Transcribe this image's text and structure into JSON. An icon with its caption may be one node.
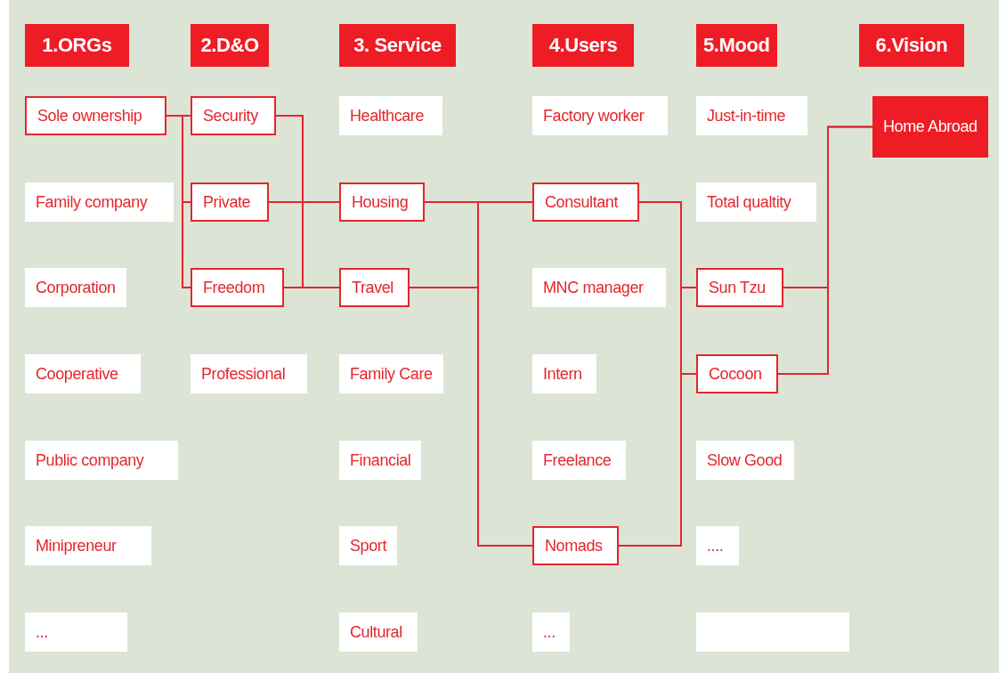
{
  "diagram": {
    "nodes": [
      {
        "text": [
          "1.ORGs"
        ]
      },
      {
        "text": [
          "2.D&O"
        ]
      },
      {
        "text": [
          "3. Service"
        ]
      },
      {
        "text": [
          "4.Users"
        ]
      },
      {
        "text": [
          "5.Mood"
        ]
      },
      {
        "text": [
          "6.Vision"
        ]
      },
      {
        "text": [
          "Sole ownership"
        ]
      },
      {
        "text": [
          "Family company"
        ]
      },
      {
        "text": [
          "Corporation"
        ]
      },
      {
        "text": [
          "Cooperative"
        ]
      },
      {
        "text": [
          "Public company"
        ]
      },
      {
        "text": [
          "Minipreneur"
        ]
      },
      {
        "text": [
          "..."
        ]
      },
      {
        "text": [
          "Security"
        ]
      },
      {
        "text": [
          "Private"
        ]
      },
      {
        "text": [
          "Freedom"
        ]
      },
      {
        "text": [
          "Professional"
        ]
      },
      {
        "text": [
          "Healthcare"
        ]
      },
      {
        "text": [
          "Housing"
        ]
      },
      {
        "text": [
          "Travel"
        ]
      },
      {
        "text": [
          "Family Care"
        ]
      },
      {
        "text": [
          "Financial"
        ]
      },
      {
        "text": [
          "Sport"
        ]
      },
      {
        "text": [
          "Cultural"
        ]
      },
      {
        "text": [
          "Factory worker"
        ]
      },
      {
        "text": [
          "Consultant"
        ]
      },
      {
        "text": [
          "MNC manager"
        ]
      },
      {
        "text": [
          "Intern"
        ]
      },
      {
        "text": [
          "Freelance"
        ]
      },
      {
        "text": [
          "Nomads"
        ]
      },
      {
        "text": [
          "..."
        ]
      },
      {
        "text": [
          "Just-in-time"
        ]
      },
      {
        "text": [
          "Total qualtity"
        ]
      },
      {
        "text": [
          "Sun Tzu"
        ]
      },
      {
        "text": [
          "Cocoon"
        ]
      },
      {
        "text": [
          "Slow Good"
        ]
      },
      {
        "text": [
          "...."
        ]
      },
      {
        "text": [],
        "shape": "box"
      },
      {
        "text": [
          "Home Abroad"
        ]
      }
    ],
    "edges": [
      {
        "from": 6,
        "to": 13,
        "arrow": "none"
      },
      {
        "from": 6,
        "to": 14,
        "arrow": "none"
      },
      {
        "from": 6,
        "to": 15,
        "arrow": "none"
      },
      {
        "from": 13,
        "to": 19,
        "arrow": "none"
      },
      {
        "from": 14,
        "to": 18,
        "arrow": "none"
      },
      {
        "from": 15,
        "to": 19,
        "arrow": "none"
      },
      {
        "from": 18,
        "to": 25,
        "arrow": "none"
      },
      {
        "from": 18,
        "to": 29,
        "arrow": "none"
      },
      {
        "from": 19,
        "to": 25,
        "arrow": "none"
      },
      {
        "from": 19,
        "to": 29,
        "arrow": "none"
      },
      {
        "from": 25,
        "to": 33,
        "arrow": "none"
      },
      {
        "from": 25,
        "to": 34,
        "arrow": "none"
      },
      {
        "from": 29,
        "to": 33,
        "arrow": "none"
      },
      {
        "from": 29,
        "to": 34,
        "arrow": "none"
      },
      {
        "from": 33,
        "to": 38,
        "arrow": "none"
      },
      {
        "from": 34,
        "to": 38,
        "arrow": "none"
      }
    ]
  }
}
